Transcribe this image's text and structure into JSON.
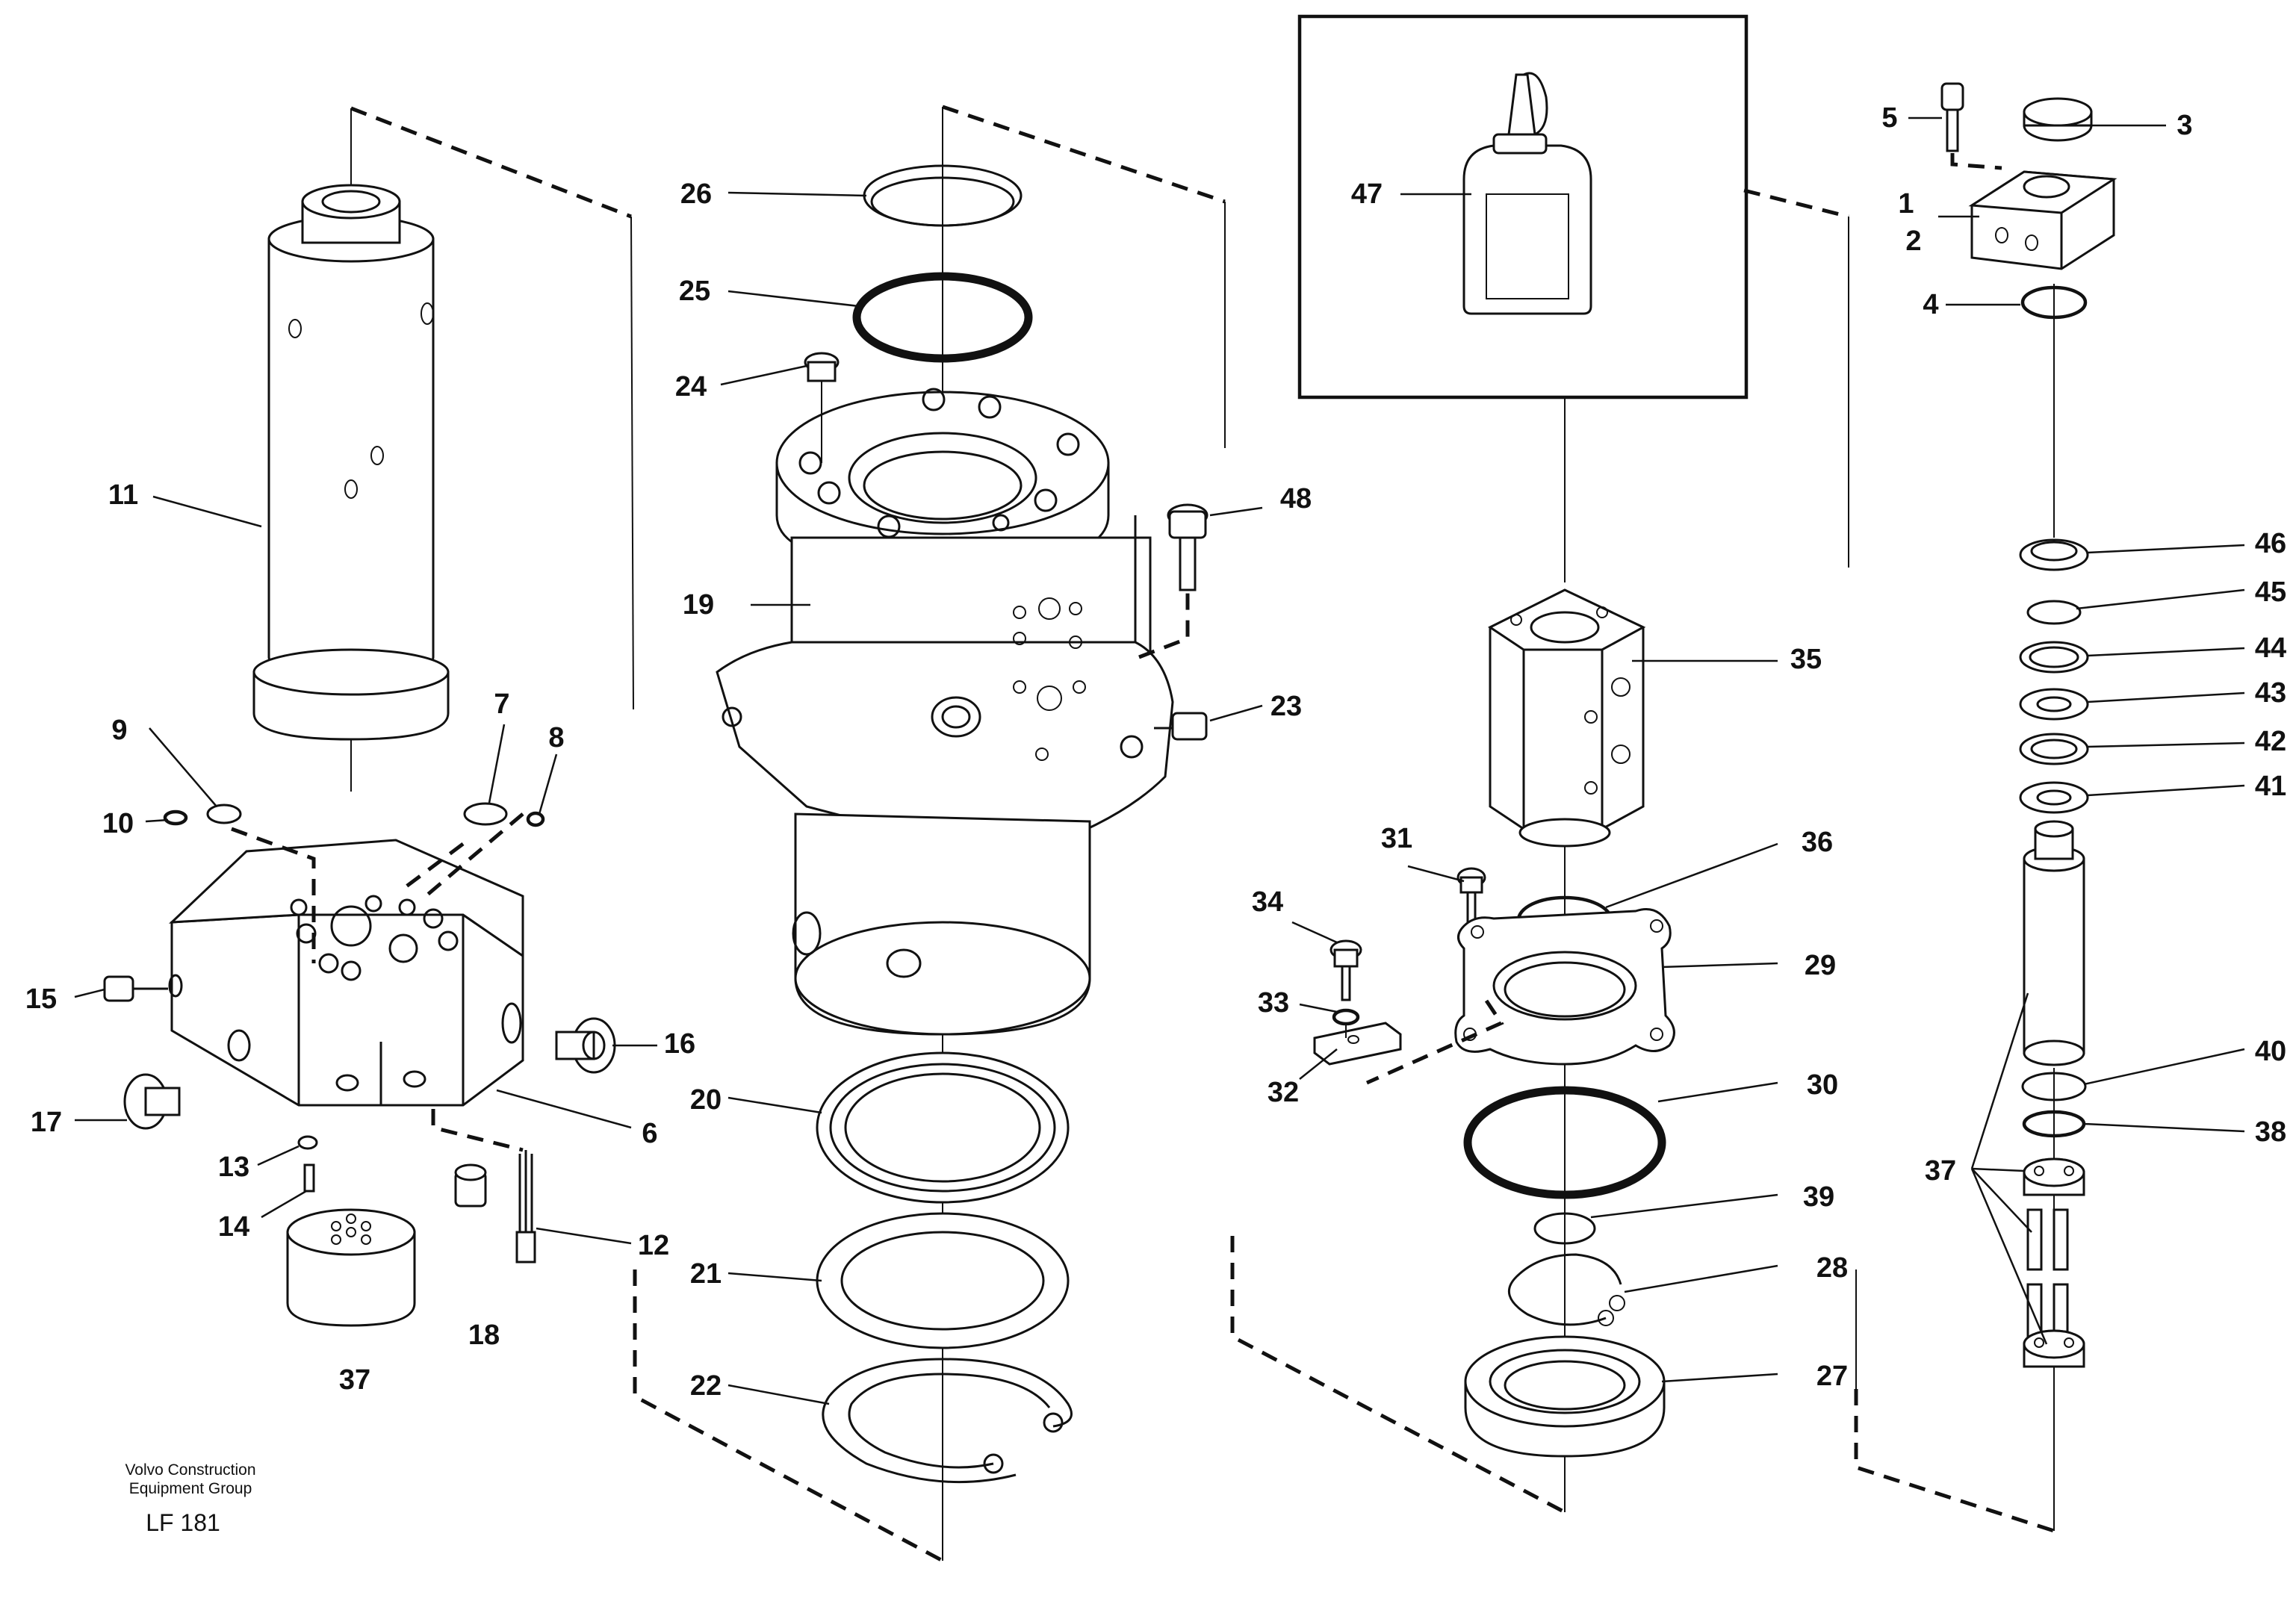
{
  "diagram": {
    "labels": [
      "1",
      "2",
      "3",
      "4",
      "5",
      "6",
      "7",
      "8",
      "9",
      "10",
      "11",
      "12",
      "13",
      "14",
      "15",
      "16",
      "17",
      "18",
      "19",
      "20",
      "21",
      "22",
      "23",
      "24",
      "25",
      "26",
      "27",
      "28",
      "29",
      "30",
      "31",
      "32",
      "33",
      "34",
      "35",
      "36",
      "37",
      "37",
      "38",
      "39",
      "40",
      "41",
      "42",
      "43",
      "44",
      "45",
      "46",
      "47",
      "48"
    ]
  },
  "footer": {
    "company_line1": "Volvo Construction",
    "company_line2": "Equipment Group",
    "code": "LF 181"
  }
}
